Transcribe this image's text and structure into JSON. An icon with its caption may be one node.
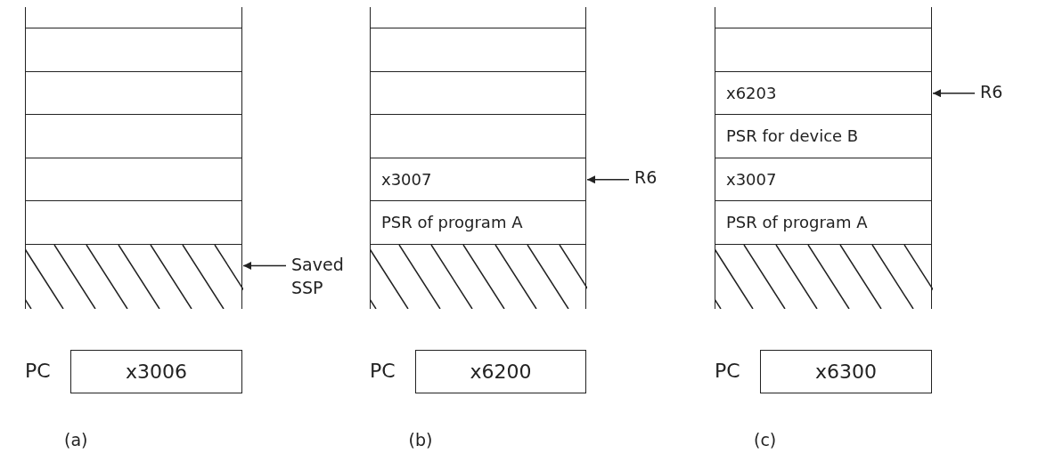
{
  "diagram": {
    "nodes": [
      {
        "text": [],
        "shape": "box"
      },
      {
        "text": [],
        "shape": "box"
      },
      {
        "text": [],
        "shape": "box"
      },
      {
        "text": [],
        "shape": "box"
      },
      {
        "text": [],
        "shape": "box"
      },
      {
        "text": [],
        "shape": "box"
      },
      {
        "text": [],
        "shape": "box"
      },
      {
        "text": [
          "Saved SSP"
        ]
      },
      {
        "text": [
          "x3006"
        ],
        "beside": [
          "PC"
        ]
      },
      {
        "text": [],
        "shape": "box"
      },
      {
        "text": [],
        "shape": "box"
      },
      {
        "text": [],
        "shape": "box"
      },
      {
        "text": [],
        "shape": "box"
      },
      {
        "text": [
          "x3007"
        ]
      },
      {
        "text": [
          "PSR of program A"
        ]
      },
      {
        "text": [],
        "shape": "box"
      },
      {
        "text": [
          "R6"
        ]
      },
      {
        "text": [
          "x6200"
        ],
        "beside": [
          "PC"
        ]
      },
      {
        "text": [],
        "shape": "box"
      },
      {
        "text": [],
        "shape": "box"
      },
      {
        "text": [
          "x6203"
        ]
      },
      {
        "text": [
          "PSR for device B"
        ]
      },
      {
        "text": [
          "x3007"
        ]
      },
      {
        "text": [
          "PSR of program A"
        ]
      },
      {
        "text": [],
        "shape": "box"
      },
      {
        "text": [
          "R6"
        ]
      },
      {
        "text": [
          "x6300"
        ],
        "beside": [
          "PC"
        ]
      }
    ],
    "edges": [
      {
        "from": 7,
        "to": 6,
        "arrow": "to"
      },
      {
        "from": 16,
        "to": 13,
        "arrow": "to"
      },
      {
        "from": 25,
        "to": 20,
        "arrow": "to"
      }
    ],
    "labels": [
      "(a)",
      "(b)",
      "(c)"
    ]
  }
}
